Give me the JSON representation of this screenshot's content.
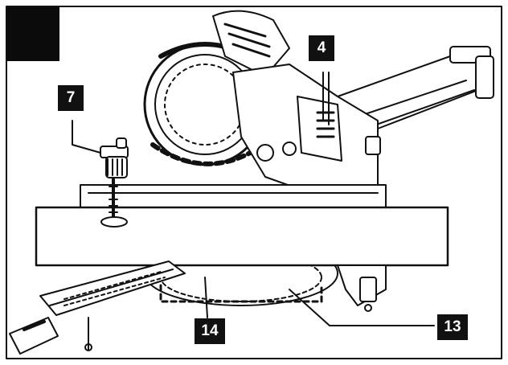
{
  "diagram": {
    "callouts": [
      {
        "id": "c4",
        "label": "4"
      },
      {
        "id": "c7",
        "label": "7"
      },
      {
        "id": "c13",
        "label": "13"
      },
      {
        "id": "c14",
        "label": "14"
      }
    ],
    "colors": {
      "line": "#111111",
      "fill": "#ffffff",
      "block": "#0b0b0b"
    }
  }
}
